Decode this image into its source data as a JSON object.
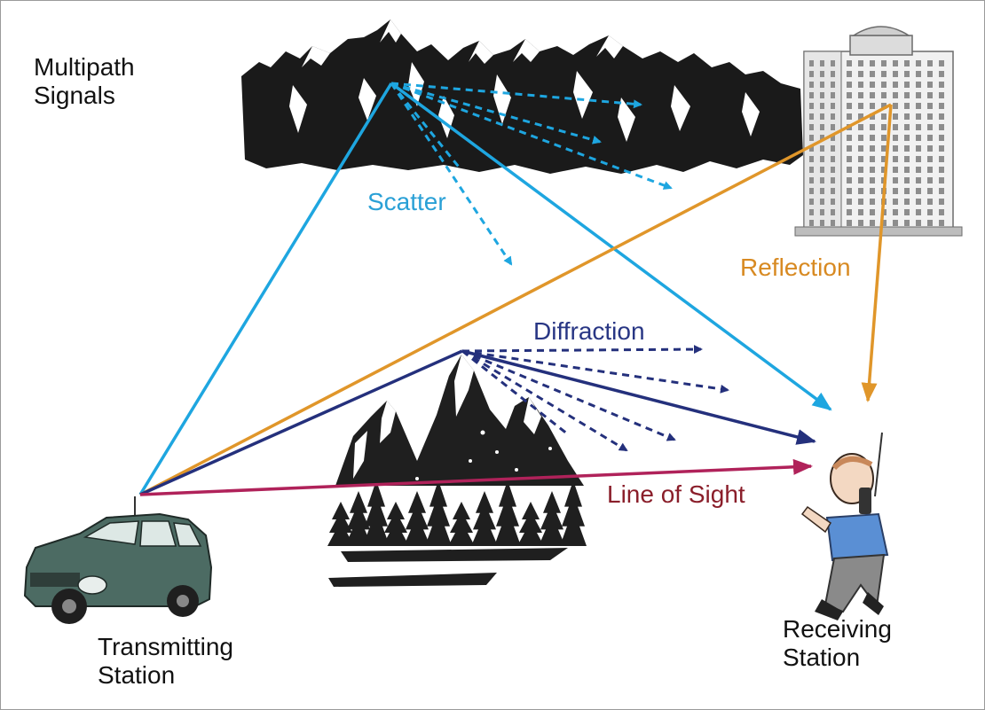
{
  "labels": {
    "multipath": "Multipath\nSignals",
    "scatter": "Scatter",
    "reflection": "Reflection",
    "diffraction": "Diffraction",
    "line_of_sight": "Line of Sight",
    "transmitting": "Transmitting\nStation",
    "receiving": "Receiving\nStation"
  },
  "colors": {
    "scatter": "#1ea6e0",
    "reflection": "#e0962a",
    "diffraction": "#24307c",
    "line_of_sight": "#b0225a",
    "text": "#111111",
    "scatter_text": "#2aa0d6",
    "reflection_text": "#d88a22",
    "diffraction_text": "#283684",
    "line_of_sight_text": "#8a1e2a"
  },
  "icons": {
    "mountain_range": "mountain-range-icon",
    "building": "building-icon",
    "peak": "mountain-peak-icon",
    "vehicle": "suv-vehicle-icon",
    "person": "person-with-radio-icon"
  }
}
